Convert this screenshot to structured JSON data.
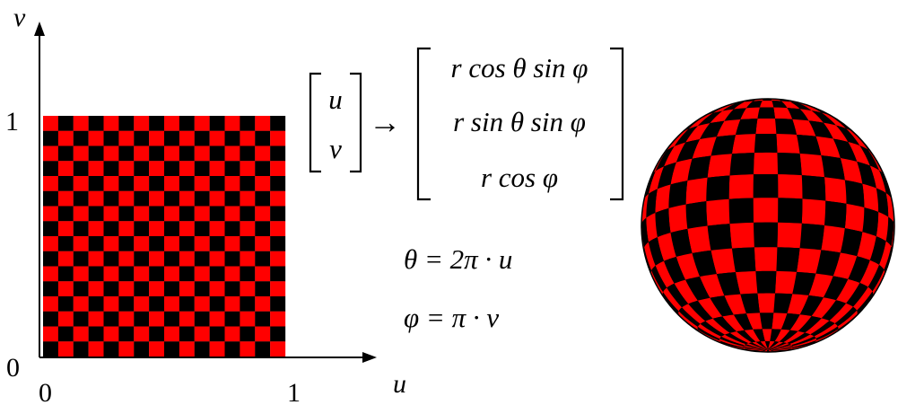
{
  "uv_plot": {
    "axis_x_label": "u",
    "axis_y_label": "v",
    "x_tick_0": "0",
    "x_tick_1": "1",
    "y_tick_0": "0",
    "y_tick_1": "1",
    "checker_squares_per_side": 16,
    "colors": {
      "red": "#ff0000",
      "black": "#000000"
    }
  },
  "mapping": {
    "input_vector": [
      "u",
      "v"
    ],
    "arrow": "→",
    "output_vector": [
      "r cos θ sin φ",
      "r sin θ sin φ",
      "r cos φ"
    ]
  },
  "equations": {
    "theta": "θ = 2π · u",
    "phi": "φ = π · v"
  },
  "sphere": {
    "bands_longitude": 16,
    "bands_latitude": 16,
    "colors": {
      "red": "#ff0000",
      "black": "#000000"
    }
  }
}
